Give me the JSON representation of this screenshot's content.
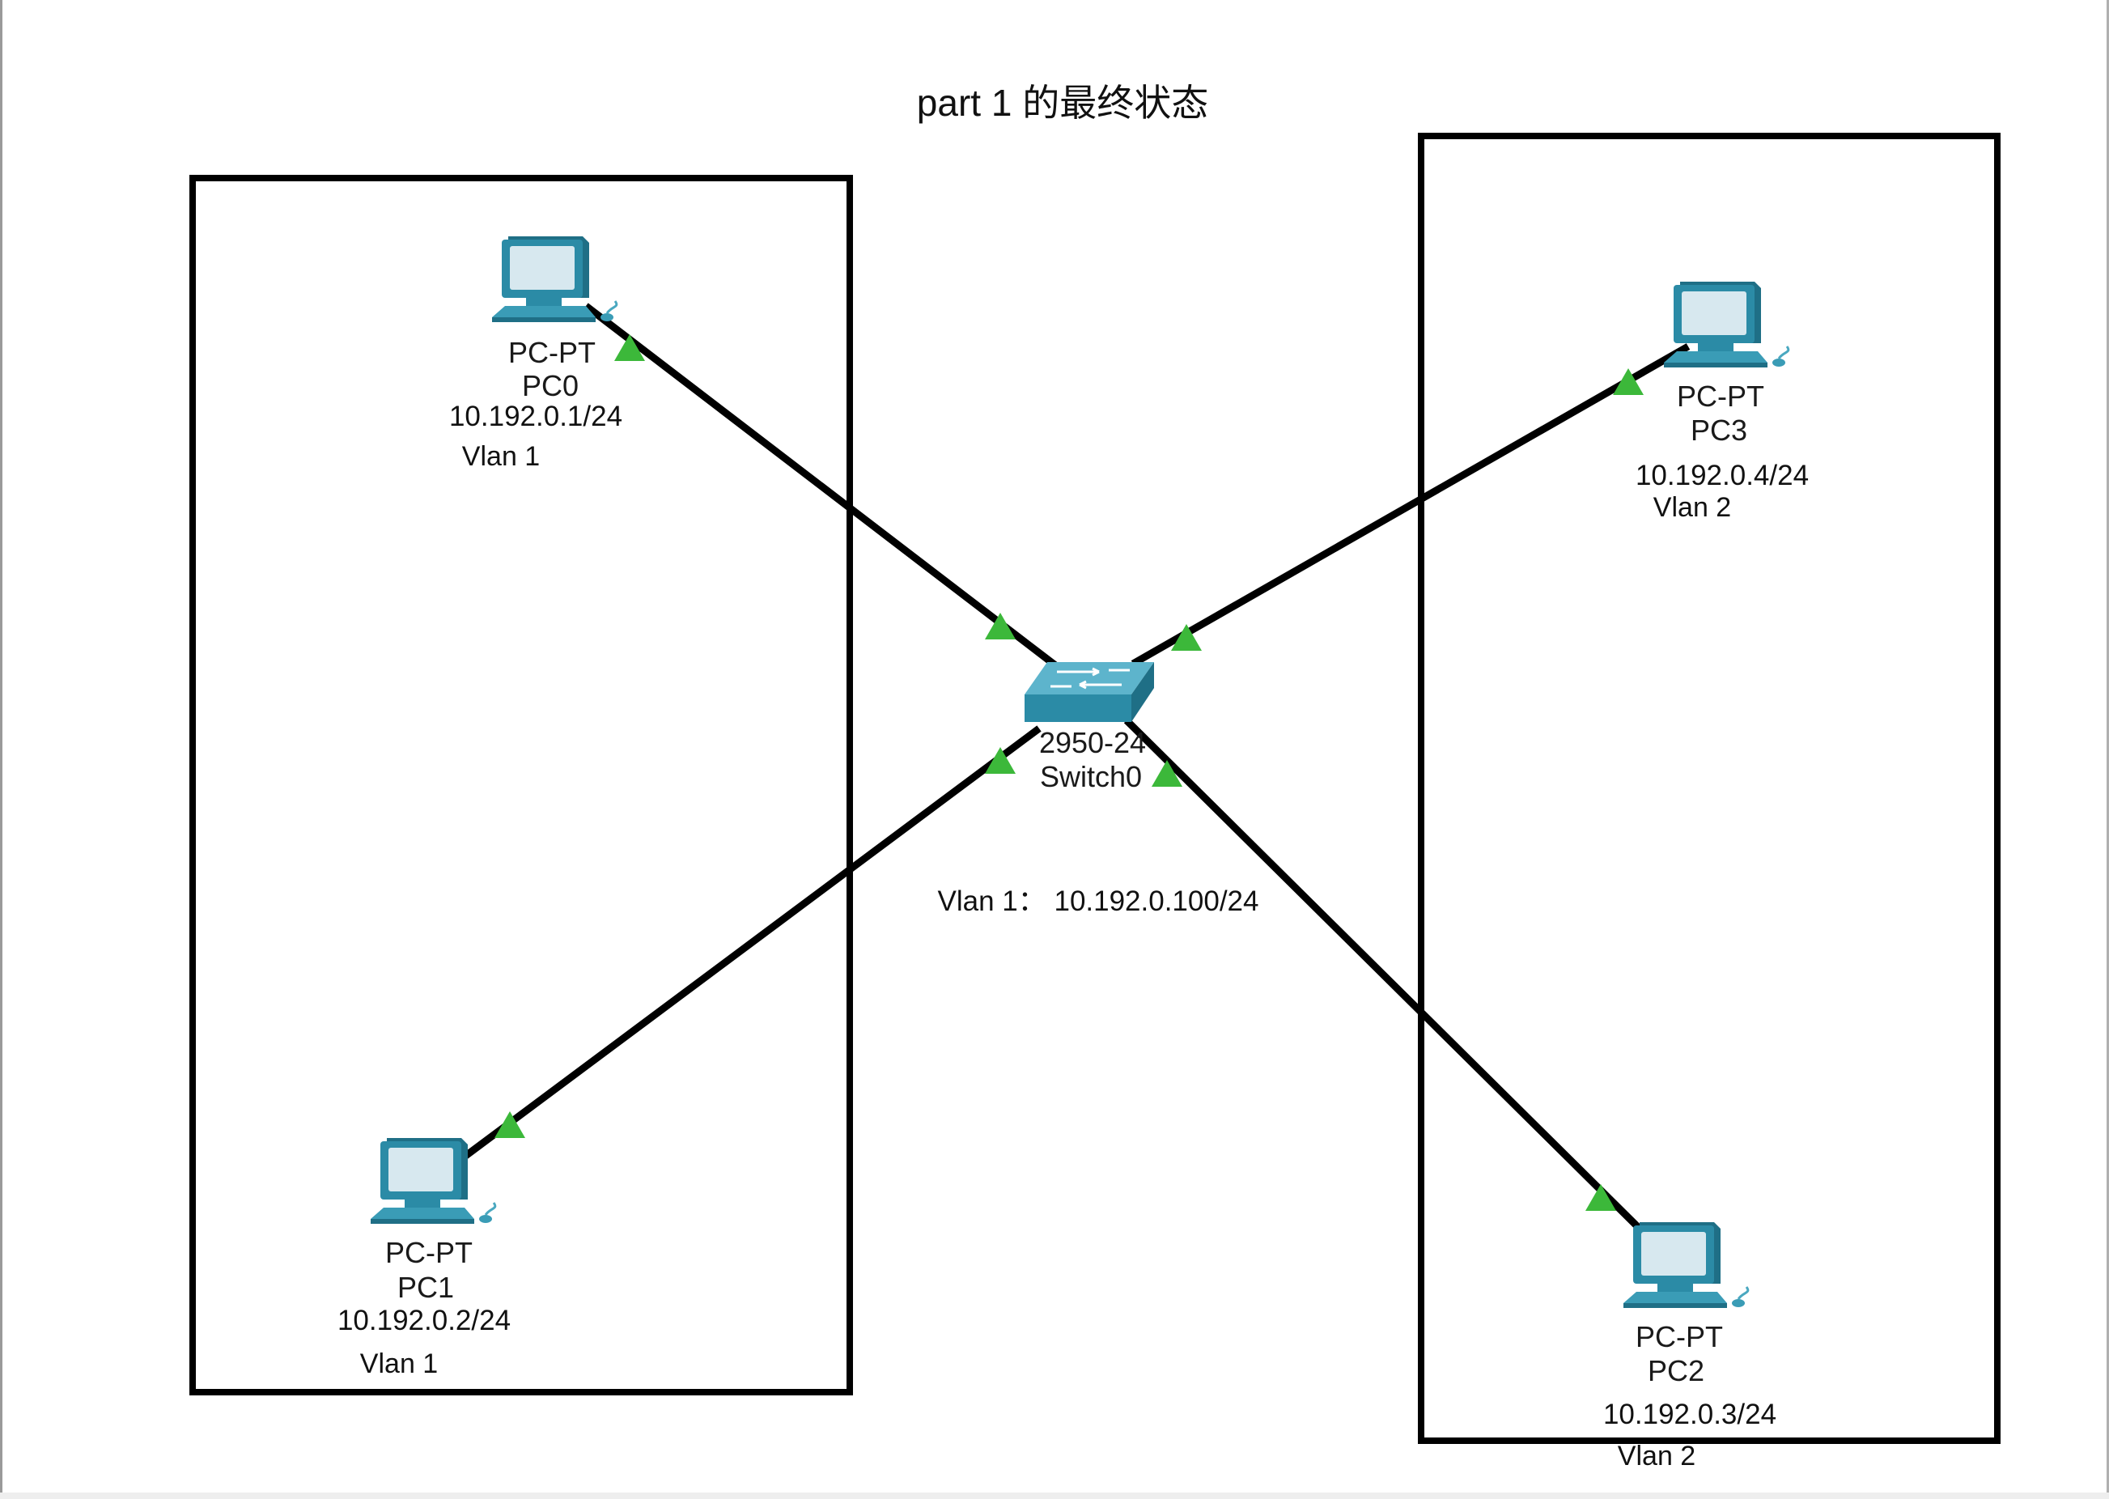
{
  "diagram": {
    "title": "part 1 的最终状态",
    "annotation": "Vlan 1：  10.192.0.100/24",
    "switch": {
      "type": "2950-24",
      "name": "Switch0",
      "icon": "switch-icon"
    },
    "devices": [
      {
        "id": "pc0",
        "type": "PC-PT",
        "name": "PC0",
        "ip": "10.192.0.1/24",
        "vlan": "Vlan 1",
        "icon": "pc-icon"
      },
      {
        "id": "pc1",
        "type": "PC-PT",
        "name": "PC1",
        "ip": "10.192.0.2/24",
        "vlan": "Vlan 1",
        "icon": "pc-icon"
      },
      {
        "id": "pc2",
        "type": "PC-PT",
        "name": "PC2",
        "ip": "10.192.0.3/24",
        "vlan": "Vlan 2",
        "icon": "pc-icon"
      },
      {
        "id": "pc3",
        "type": "PC-PT",
        "name": "PC3",
        "ip": "10.192.0.4/24",
        "vlan": "Vlan 2",
        "icon": "pc-icon"
      }
    ],
    "links": [
      {
        "from": "pc0",
        "to": "switch0",
        "status": "up"
      },
      {
        "from": "pc1",
        "to": "switch0",
        "status": "up"
      },
      {
        "from": "pc2",
        "to": "switch0",
        "status": "up"
      },
      {
        "from": "pc3",
        "to": "switch0",
        "status": "up"
      }
    ],
    "colors": {
      "link": "#000000",
      "link_up_indicator": "#3cb83a",
      "device_body": "#2b8ba6",
      "device_screen": "#d7e8ef",
      "group_box": "#000000"
    }
  }
}
